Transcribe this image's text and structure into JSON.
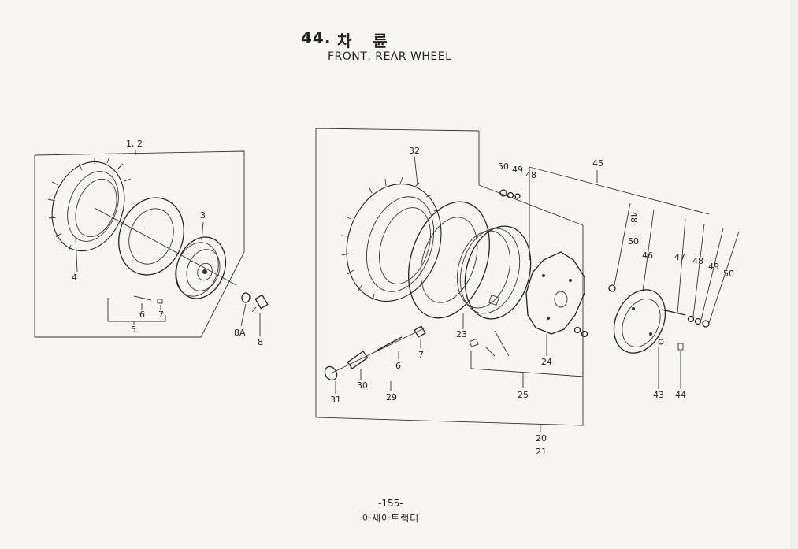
{
  "header": {
    "section_number": "44.",
    "title_korean": "차 륜",
    "title_english": "FRONT, REAR WHEEL"
  },
  "footer": {
    "page_number": "-155-",
    "book_title": "아세아트랙터"
  },
  "front_wheel_labels": {
    "assy": "1, 2",
    "tire": "4",
    "rim": "3",
    "tube": "5",
    "valve": "6",
    "cap": "7",
    "nut": "8A",
    "bolt": "8"
  },
  "rear_wheel_labels": {
    "tire": "32",
    "tube": "23",
    "disc": "24",
    "rim_bolt": "25",
    "valve": "6",
    "cap": "7",
    "valve_body": "30",
    "nut": "31",
    "valve_core": "29",
    "assy_a": "20",
    "assy_b": "21",
    "set": "45",
    "bolt_top": "50",
    "washer_top": "49",
    "nut_top": "48",
    "rotated_label": "48",
    "bolt_mid": "50",
    "hub": "46",
    "stud": "47",
    "nut_mid": "48",
    "washer_mid": "49",
    "bolt_right": "50",
    "pin": "43",
    "bolt_bottom": "44"
  }
}
